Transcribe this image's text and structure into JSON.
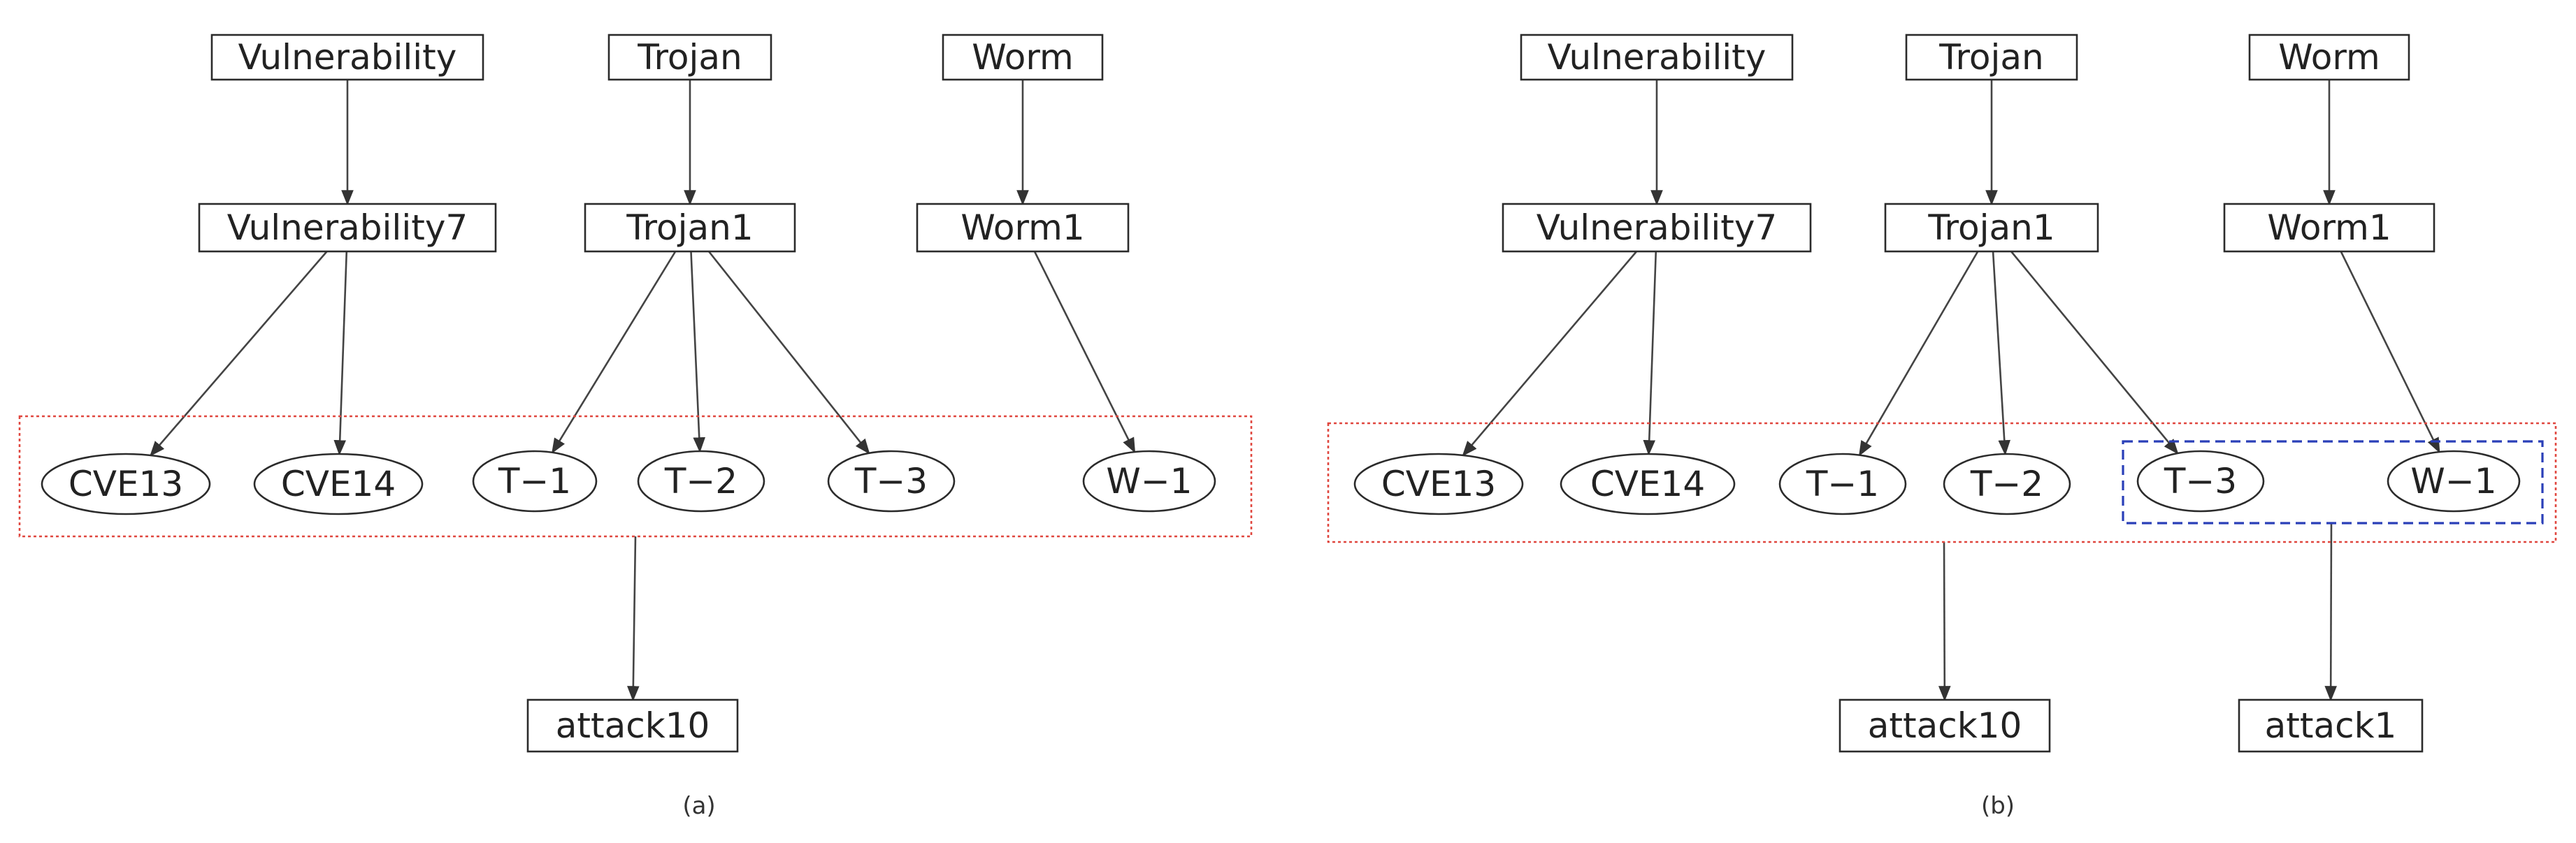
{
  "panels": [
    {
      "caption": "(a)",
      "nodes": [
        {
          "id": "vul",
          "label": "Vulnerability",
          "shape": "box"
        },
        {
          "id": "tro",
          "label": "Trojan",
          "shape": "box"
        },
        {
          "id": "wor",
          "label": "Worm",
          "shape": "box"
        },
        {
          "id": "vul7",
          "label": "Vulnerability7",
          "shape": "box"
        },
        {
          "id": "tro1",
          "label": "Trojan1",
          "shape": "box"
        },
        {
          "id": "wor1",
          "label": "Worm1",
          "shape": "box"
        },
        {
          "id": "cve13",
          "label": "CVE13",
          "shape": "ellipse"
        },
        {
          "id": "cve14",
          "label": "CVE14",
          "shape": "ellipse"
        },
        {
          "id": "t1",
          "label": "T−1",
          "shape": "ellipse"
        },
        {
          "id": "t2",
          "label": "T−2",
          "shape": "ellipse"
        },
        {
          "id": "t3",
          "label": "T−3",
          "shape": "ellipse"
        },
        {
          "id": "w1",
          "label": "W−1",
          "shape": "ellipse"
        },
        {
          "id": "att10",
          "label": "attack10",
          "shape": "box"
        }
      ],
      "edges": [
        [
          "vul",
          "vul7"
        ],
        [
          "tro",
          "tro1"
        ],
        [
          "wor",
          "wor1"
        ],
        [
          "vul7",
          "cve13"
        ],
        [
          "vul7",
          "cve14"
        ],
        [
          "tro1",
          "t1"
        ],
        [
          "tro1",
          "t2"
        ],
        [
          "tro1",
          "t3"
        ],
        [
          "wor1",
          "w1"
        ],
        [
          "grp-red",
          "att10"
        ]
      ],
      "groups": [
        {
          "id": "grp-red",
          "style": "red-dotted",
          "members": [
            "cve13",
            "cve14",
            "t1",
            "t2",
            "t3",
            "w1"
          ]
        }
      ]
    },
    {
      "caption": "(b)",
      "nodes": [
        {
          "id": "vul",
          "label": "Vulnerability",
          "shape": "box"
        },
        {
          "id": "tro",
          "label": "Trojan",
          "shape": "box"
        },
        {
          "id": "wor",
          "label": "Worm",
          "shape": "box"
        },
        {
          "id": "vul7",
          "label": "Vulnerability7",
          "shape": "box"
        },
        {
          "id": "tro1",
          "label": "Trojan1",
          "shape": "box"
        },
        {
          "id": "wor1",
          "label": "Worm1",
          "shape": "box"
        },
        {
          "id": "cve13",
          "label": "CVE13",
          "shape": "ellipse"
        },
        {
          "id": "cve14",
          "label": "CVE14",
          "shape": "ellipse"
        },
        {
          "id": "t1",
          "label": "T−1",
          "shape": "ellipse"
        },
        {
          "id": "t2",
          "label": "T−2",
          "shape": "ellipse"
        },
        {
          "id": "t3",
          "label": "T−3",
          "shape": "ellipse"
        },
        {
          "id": "w1",
          "label": "W−1",
          "shape": "ellipse"
        },
        {
          "id": "att10",
          "label": "attack10",
          "shape": "box"
        },
        {
          "id": "att1",
          "label": "attack1",
          "shape": "box"
        }
      ],
      "edges": [
        [
          "vul",
          "vul7"
        ],
        [
          "tro",
          "tro1"
        ],
        [
          "wor",
          "wor1"
        ],
        [
          "vul7",
          "cve13"
        ],
        [
          "vul7",
          "cve14"
        ],
        [
          "tro1",
          "t1"
        ],
        [
          "tro1",
          "t2"
        ],
        [
          "tro1",
          "t3"
        ],
        [
          "wor1",
          "w1"
        ],
        [
          "grp-red",
          "att10"
        ],
        [
          "grp-blue",
          "att1"
        ]
      ],
      "groups": [
        {
          "id": "grp-red",
          "style": "red-dotted",
          "members": [
            "cve13",
            "cve14",
            "t1",
            "t2",
            "t3",
            "w1"
          ]
        },
        {
          "id": "grp-blue",
          "style": "blue-dashed",
          "members": [
            "t3",
            "w1"
          ]
        }
      ]
    }
  ]
}
